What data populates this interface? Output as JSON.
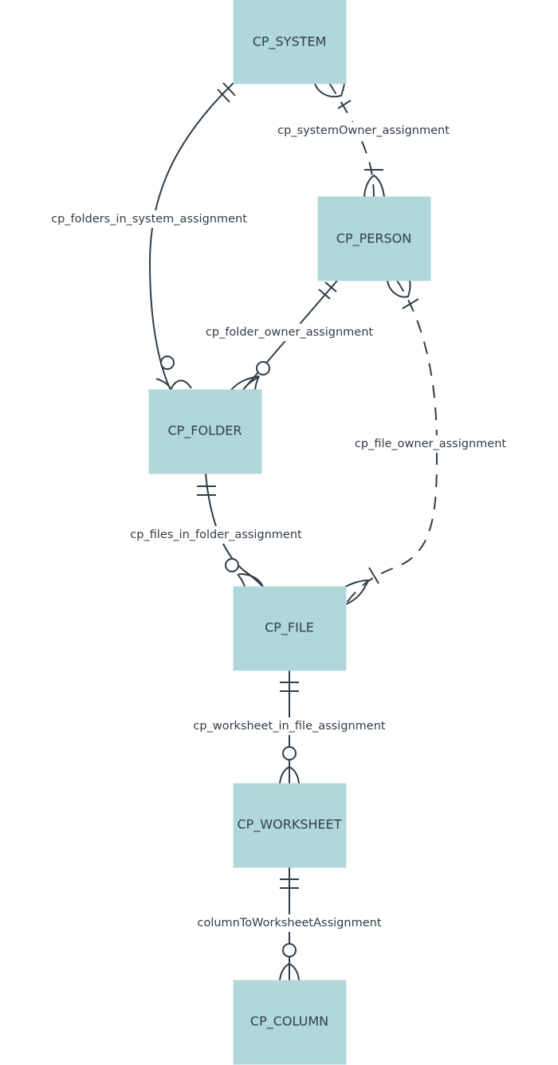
{
  "diagram": {
    "type": "entity-relationship",
    "entities": {
      "system": "CP_SYSTEM",
      "person": "CP_PERSON",
      "folder": "CP_FOLDER",
      "file": "CP_FILE",
      "worksheet": "CP_WORKSHEET",
      "column": "CP_COLUMN"
    },
    "relationships": [
      {
        "key": "folders_in_system",
        "label": "cp_folders_in_system_assignment",
        "from": "CP_SYSTEM",
        "to": "CP_FOLDER",
        "from_cardinality": "exactly-one",
        "to_cardinality": "zero-or-many",
        "identifying": true
      },
      {
        "key": "system_owner",
        "label": "cp_systemOwner_assignment",
        "from": "CP_SYSTEM",
        "to": "CP_PERSON",
        "from_cardinality": "one-or-many",
        "to_cardinality": "one-or-many",
        "identifying": false
      },
      {
        "key": "folder_owner",
        "label": "cp_folder_owner_assignment",
        "from": "CP_PERSON",
        "to": "CP_FOLDER",
        "from_cardinality": "exactly-one",
        "to_cardinality": "zero-or-many",
        "identifying": true
      },
      {
        "key": "file_owner",
        "label": "cp_file_owner_assignment",
        "from": "CP_PERSON",
        "to": "CP_FILE",
        "from_cardinality": "one-or-many",
        "to_cardinality": "one-or-many",
        "identifying": false
      },
      {
        "key": "files_in_folder",
        "label": "cp_files_in_folder_assignment",
        "from": "CP_FOLDER",
        "to": "CP_FILE",
        "from_cardinality": "exactly-one",
        "to_cardinality": "zero-or-many",
        "identifying": true
      },
      {
        "key": "worksheet_in_file",
        "label": "cp_worksheet_in_file_assignment",
        "from": "CP_FILE",
        "to": "CP_WORKSHEET",
        "from_cardinality": "exactly-one",
        "to_cardinality": "zero-or-many",
        "identifying": true
      },
      {
        "key": "column_to_worksheet",
        "label": "columnToWorksheetAssignment",
        "from": "CP_WORKSHEET",
        "to": "CP_COLUMN",
        "from_cardinality": "exactly-one",
        "to_cardinality": "zero-or-many",
        "identifying": true
      }
    ],
    "colors": {
      "entity_fill": "#b0d8db",
      "line": "#2f3d47",
      "text": "#2f3d47",
      "background": "#ffffff"
    }
  }
}
